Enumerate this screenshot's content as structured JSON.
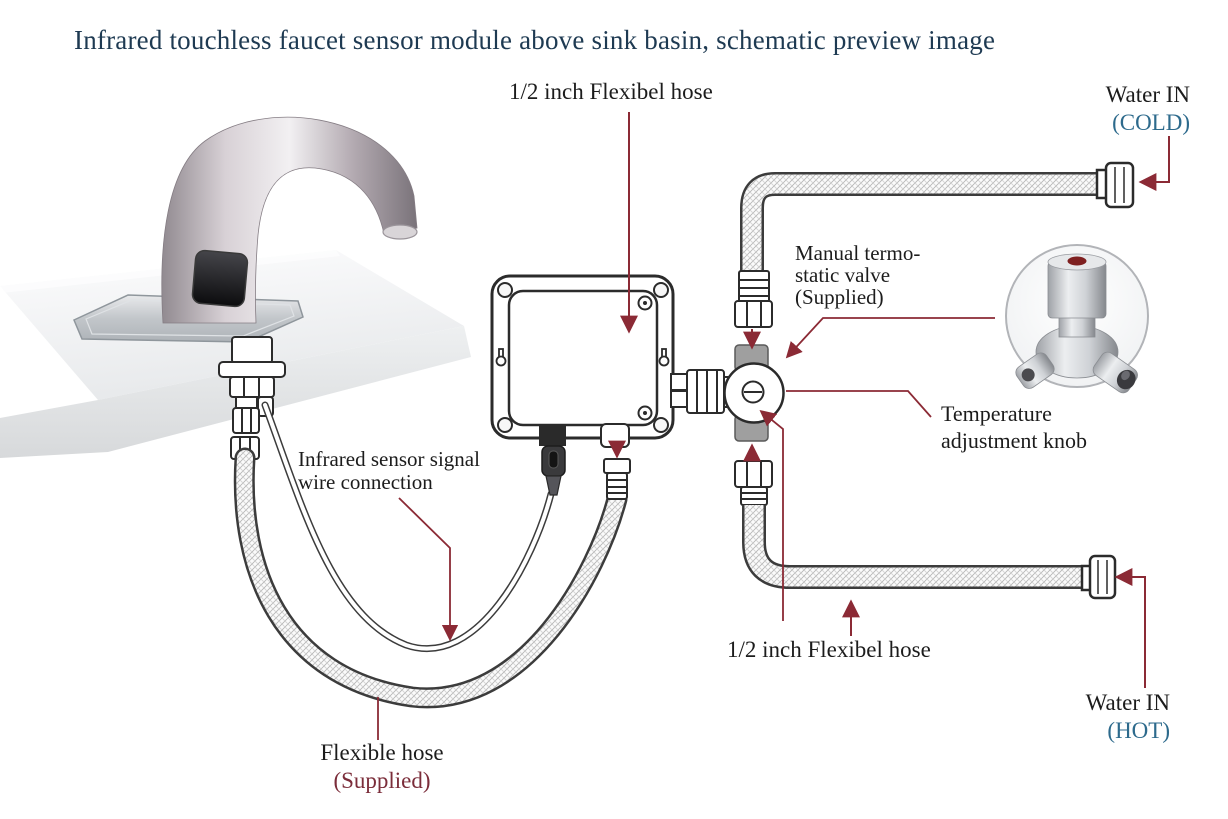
{
  "title": "Infrared touchless faucet sensor module above sink basin, schematic preview image",
  "labels": {
    "hose_top": "1/2 inch Flexibel hose",
    "water_in_cold": "Water IN",
    "water_in_cold_sub": "(COLD)",
    "manual_valve_line1": "Manual termo-",
    "manual_valve_line2": "static valve",
    "manual_valve_line3": "(Supplied)",
    "temp_knob_line1": "Temperature",
    "temp_knob_line2": "adjustment knob",
    "ir_signal_line1": "Infrared sensor signal",
    "ir_signal_line2": "wire connection",
    "hose_bottom": "1/2 inch Flexibel hose",
    "water_in_hot": "Water IN",
    "water_in_hot_sub": "(HOT)",
    "flexible_hose_line1": "Flexible hose",
    "flexible_hose_line2": "(Supplied)"
  },
  "colors": {
    "title_navy": "#1e3a52",
    "label_black": "#1c1c1c",
    "cold_hot_blue": "#2d6a8c",
    "supplied_red": "#7b2d3a",
    "leader_maroon": "#8b2a35",
    "line_art": "#2b2b2b",
    "valve_port_gray": "#9f9f9f"
  }
}
